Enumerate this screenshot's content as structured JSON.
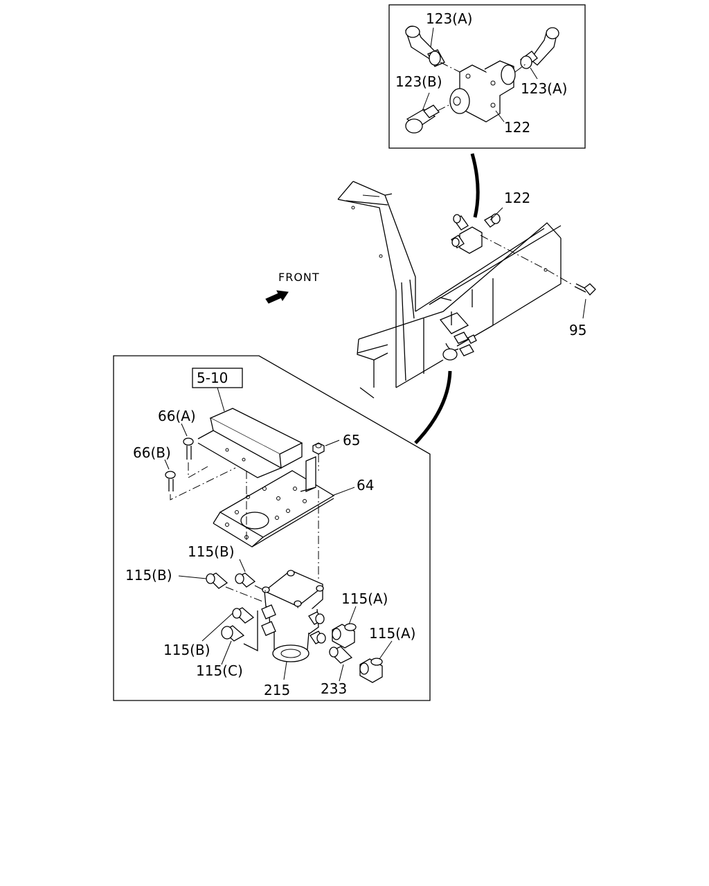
{
  "labels": {
    "top_123a_left": "123(A)",
    "top_123b": "123(B)",
    "top_123a_right": "123(A)",
    "top_122": "122",
    "frame_122": "122",
    "frame_95": "95",
    "front": "FRONT",
    "ref_5_10": "5-10",
    "p66a": "66(A)",
    "p66b": "66(B)",
    "p65": "65",
    "p64": "64",
    "p115b_1": "115(B)",
    "p115b_2": "115(B)",
    "p115a_1": "115(A)",
    "p115a_2": "115(A)",
    "p115b_3": "115(B)",
    "p115c": "115(C)",
    "p215": "215",
    "p233": "233"
  }
}
